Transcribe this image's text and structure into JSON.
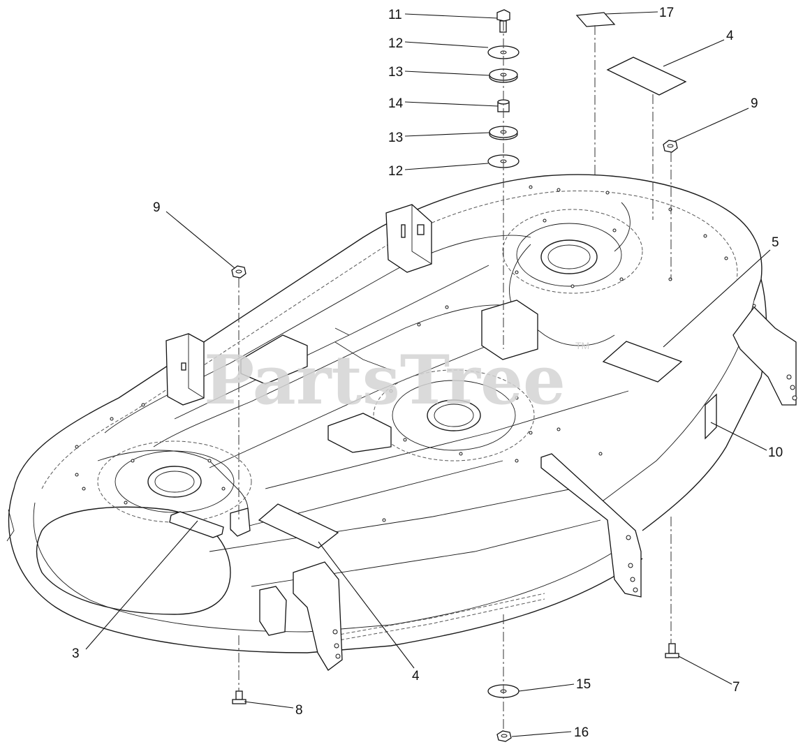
{
  "watermark": {
    "text": "PartsTree",
    "trademark": "TM"
  },
  "callouts": [
    {
      "id": "c11a",
      "label": "11"
    },
    {
      "id": "c12a",
      "label": "12"
    },
    {
      "id": "c13a",
      "label": "13"
    },
    {
      "id": "c14a",
      "label": "14"
    },
    {
      "id": "c13b",
      "label": "13"
    },
    {
      "id": "c12b",
      "label": "12"
    },
    {
      "id": "c17",
      "label": "17"
    },
    {
      "id": "c4a",
      "label": "4"
    },
    {
      "id": "c9a",
      "label": "9"
    },
    {
      "id": "c9b",
      "label": "9"
    },
    {
      "id": "c5",
      "label": "5"
    },
    {
      "id": "c10",
      "label": "10"
    },
    {
      "id": "c3",
      "label": "3"
    },
    {
      "id": "c4b",
      "label": "4"
    },
    {
      "id": "c8",
      "label": "8"
    },
    {
      "id": "c15",
      "label": "15"
    },
    {
      "id": "c16",
      "label": "16"
    },
    {
      "id": "c7",
      "label": "7"
    }
  ]
}
